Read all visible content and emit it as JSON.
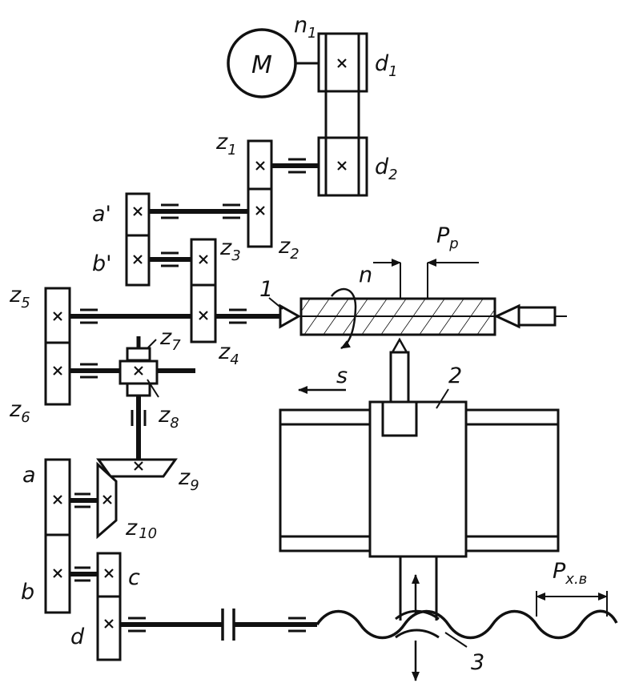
{
  "labels": {
    "motor": "M",
    "n1": {
      "main": "n",
      "sub": "1"
    },
    "d1": {
      "main": "d",
      "sub": "1"
    },
    "d2": {
      "main": "d",
      "sub": "2"
    },
    "z1": {
      "main": "z",
      "sub": "1"
    },
    "z2": {
      "main": "z",
      "sub": "2"
    },
    "z3": {
      "main": "z",
      "sub": "3"
    },
    "z4": {
      "main": "z",
      "sub": "4"
    },
    "z5": {
      "main": "z",
      "sub": "5"
    },
    "z6": {
      "main": "z",
      "sub": "6"
    },
    "z7": {
      "main": "z",
      "sub": "7"
    },
    "z8": {
      "main": "z",
      "sub": "8"
    },
    "z9": {
      "main": "z",
      "sub": "9"
    },
    "z10": {
      "main": "z",
      "sub": "10"
    },
    "a_prime": "a'",
    "b_prime": "b'",
    "a": "a",
    "b": "b",
    "c": "c",
    "d": "d",
    "pp": {
      "main": "P",
      "sub": "p"
    },
    "n": "n",
    "s": "s",
    "pxv": {
      "main": "P",
      "sub": "x.в"
    },
    "part1": "1",
    "part2": "2",
    "part3": "3"
  }
}
